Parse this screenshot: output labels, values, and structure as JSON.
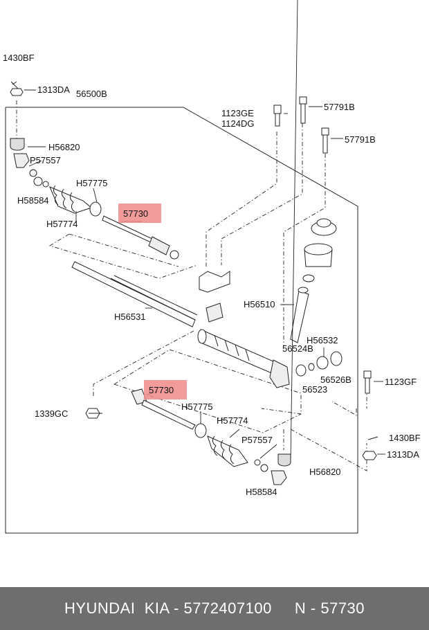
{
  "labels": {
    "l1430bf_top": "1430BF",
    "l1313da_top": "1313DA",
    "l56500b": "56500B",
    "l1123ge": "1123GE",
    "l1124dg": "1124DG",
    "l57791b_a": "57791B",
    "l57791b_b": "57791B",
    "lh56820_top": "H56820",
    "lp57557_top": "P57557",
    "lh57775_top": "H57775",
    "lh58584_top": "H58584",
    "lh57774_top": "H57774",
    "l57730_top": "57730",
    "lh56510": "H56510",
    "lh56531": "H56531",
    "lh56532": "H56532",
    "l56524b": "56524B",
    "l56526b": "56526B",
    "l56523": "56523",
    "l1123gf": "1123GF",
    "l57730_bot": "57730",
    "lh57775_bot": "H57775",
    "lh57774_bot": "H57774",
    "l1339gc": "1339GC",
    "lp57557_bot": "P57557",
    "l1430bf_bot": "1430BF",
    "l1313da_bot": "1313DA",
    "lh56820_bot": "H56820",
    "lh58584_bot": "H58584"
  },
  "footer": {
    "brand": "HYUNDAI  KIA - 5772407100",
    "sep": "     ",
    "part": "N - 57730"
  }
}
